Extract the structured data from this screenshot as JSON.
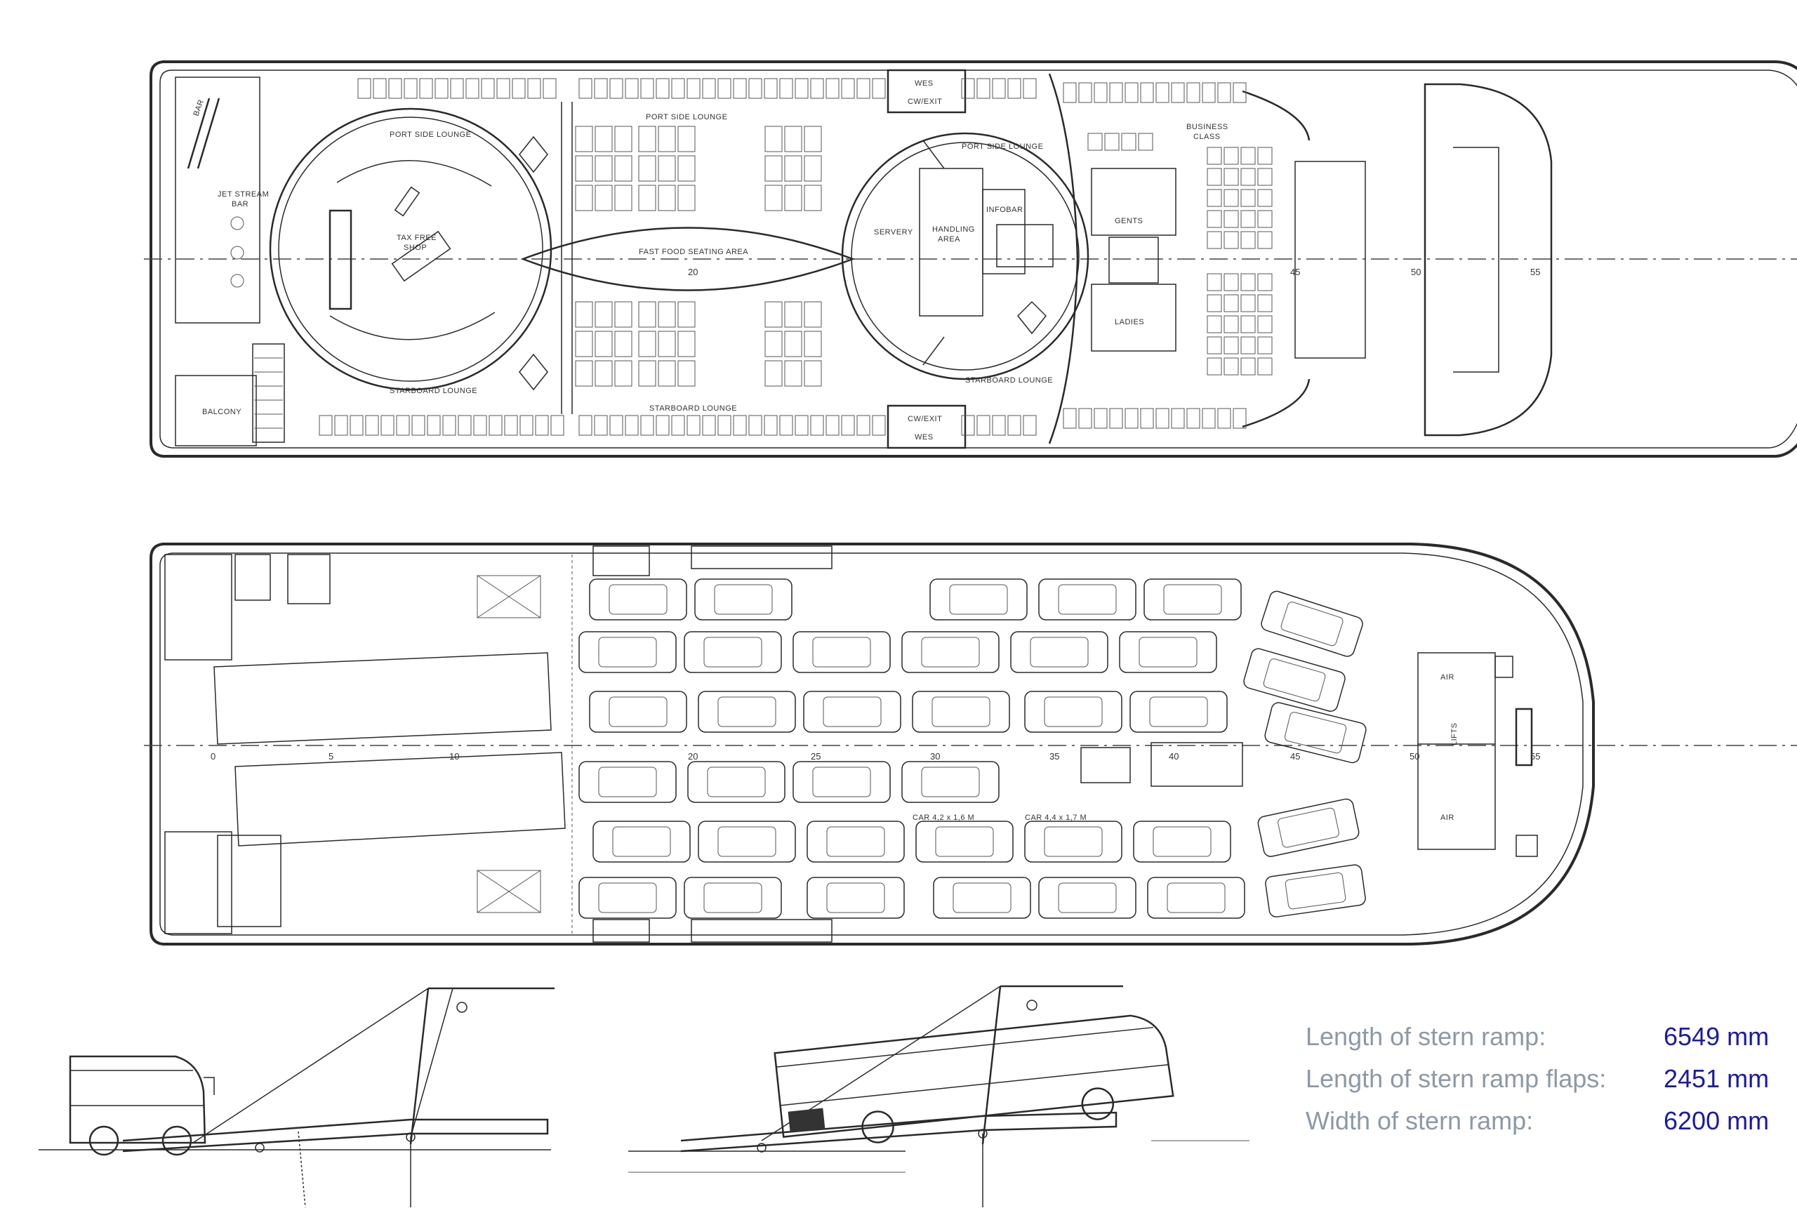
{
  "upper_deck": {
    "labels": [
      {
        "id": "bar",
        "text": "BAR"
      },
      {
        "id": "jet-stream-bar",
        "text": "JET STREAM"
      },
      {
        "id": "jet-stream-bar2",
        "text": "BAR"
      },
      {
        "id": "balcony",
        "text": "BALCONY"
      },
      {
        "id": "port-side-lounge-1",
        "text": "PORT SIDE LOUNGE"
      },
      {
        "id": "tax-free-shop",
        "text": "TAX FREE"
      },
      {
        "id": "tax-free-shop2",
        "text": "SHOP"
      },
      {
        "id": "starboard-lounge-1",
        "text": "STARBOARD LOUNGE"
      },
      {
        "id": "port-side-lounge-2",
        "text": "PORT SIDE LOUNGE"
      },
      {
        "id": "fast-food",
        "text": "FAST FOOD SEATING AREA"
      },
      {
        "id": "starboard-lounge-2",
        "text": "STARBOARD LOUNGE"
      },
      {
        "id": "wc-exit-top",
        "text": "WES"
      },
      {
        "id": "wc-exit-top2",
        "text": "CW/EXIT"
      },
      {
        "id": "wc-exit-bot",
        "text": "CW/EXIT"
      },
      {
        "id": "wc-exit-bot2",
        "text": "WES"
      },
      {
        "id": "port-side-lounge-3",
        "text": "PORT SIDE LOUNGE"
      },
      {
        "id": "servery",
        "text": "SERVERY"
      },
      {
        "id": "handling-area",
        "text": "HANDLING"
      },
      {
        "id": "handling-area2",
        "text": "AREA"
      },
      {
        "id": "info-bar",
        "text": "INFOBAR"
      },
      {
        "id": "starboard-lounge-3",
        "text": "STARBOARD LOUNGE"
      },
      {
        "id": "gents",
        "text": "GENTS"
      },
      {
        "id": "ladies",
        "text": "LADIES"
      },
      {
        "id": "business-class",
        "text": "BUSINESS"
      },
      {
        "id": "business-class2",
        "text": "CLASS"
      }
    ],
    "frames": [
      "20",
      "45",
      "50",
      "55"
    ]
  },
  "car_deck": {
    "frames": [
      "0",
      "5",
      "10",
      "20",
      "25",
      "30",
      "35",
      "40",
      "45",
      "50",
      "55"
    ],
    "car_labels": [
      "CAR 4,2 x 1,6 M",
      "CAR 4,4 x 1,7 M"
    ],
    "room_labels": [
      "AIR",
      "AIR",
      "LIFTS"
    ]
  },
  "ramp_specs": [
    {
      "label": "Length of stern ramp:",
      "value": "6549 mm"
    },
    {
      "label": "Length of stern ramp flaps:",
      "value": "2451 mm"
    },
    {
      "label": "Width of stern ramp:",
      "value": "6200 mm"
    }
  ]
}
